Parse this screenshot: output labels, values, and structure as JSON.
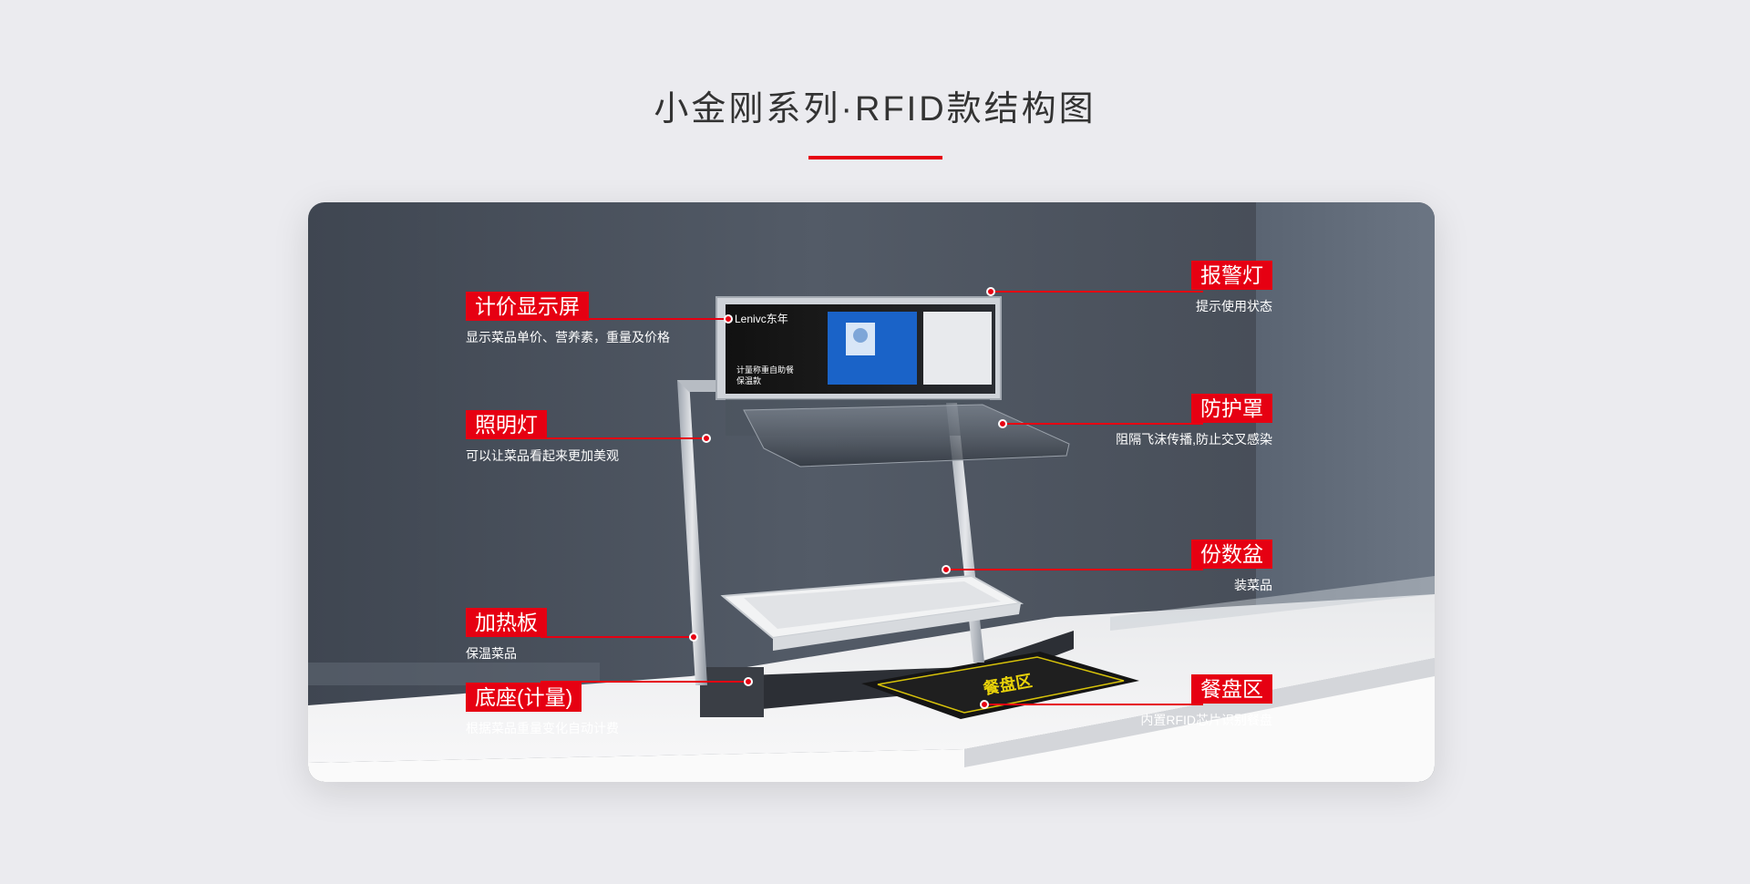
{
  "page": {
    "title": "小金刚系列·RFID款结构图"
  },
  "colors": {
    "accent": "#e60012",
    "background": "#ebebef",
    "title_text": "#333333"
  },
  "device": {
    "screen_brand": "Lenivc东年",
    "screen_text_line1": "计量称重自助餐",
    "screen_text_line2": "保温款",
    "tray_zone_label": "餐盘区"
  },
  "callouts": {
    "display": {
      "label": "计价显示屏",
      "desc": "显示菜品单价、营养素，重量及价格"
    },
    "light": {
      "label": "照明灯",
      "desc": "可以让菜品看起来更加美观"
    },
    "heater": {
      "label": "加热板",
      "desc": "保温菜品"
    },
    "base": {
      "label": "底座(计量)",
      "desc": "根据菜品重量变化自动计费"
    },
    "alarm": {
      "label": "报警灯",
      "desc": "提示使用状态"
    },
    "shield": {
      "label": "防护罩",
      "desc": "阻隔飞沫传播,防止交叉感染"
    },
    "pan": {
      "label": "份数盆",
      "desc": "装菜品"
    },
    "tray": {
      "label": "餐盘区",
      "desc": "内置RFID芯片识别餐盘"
    }
  }
}
